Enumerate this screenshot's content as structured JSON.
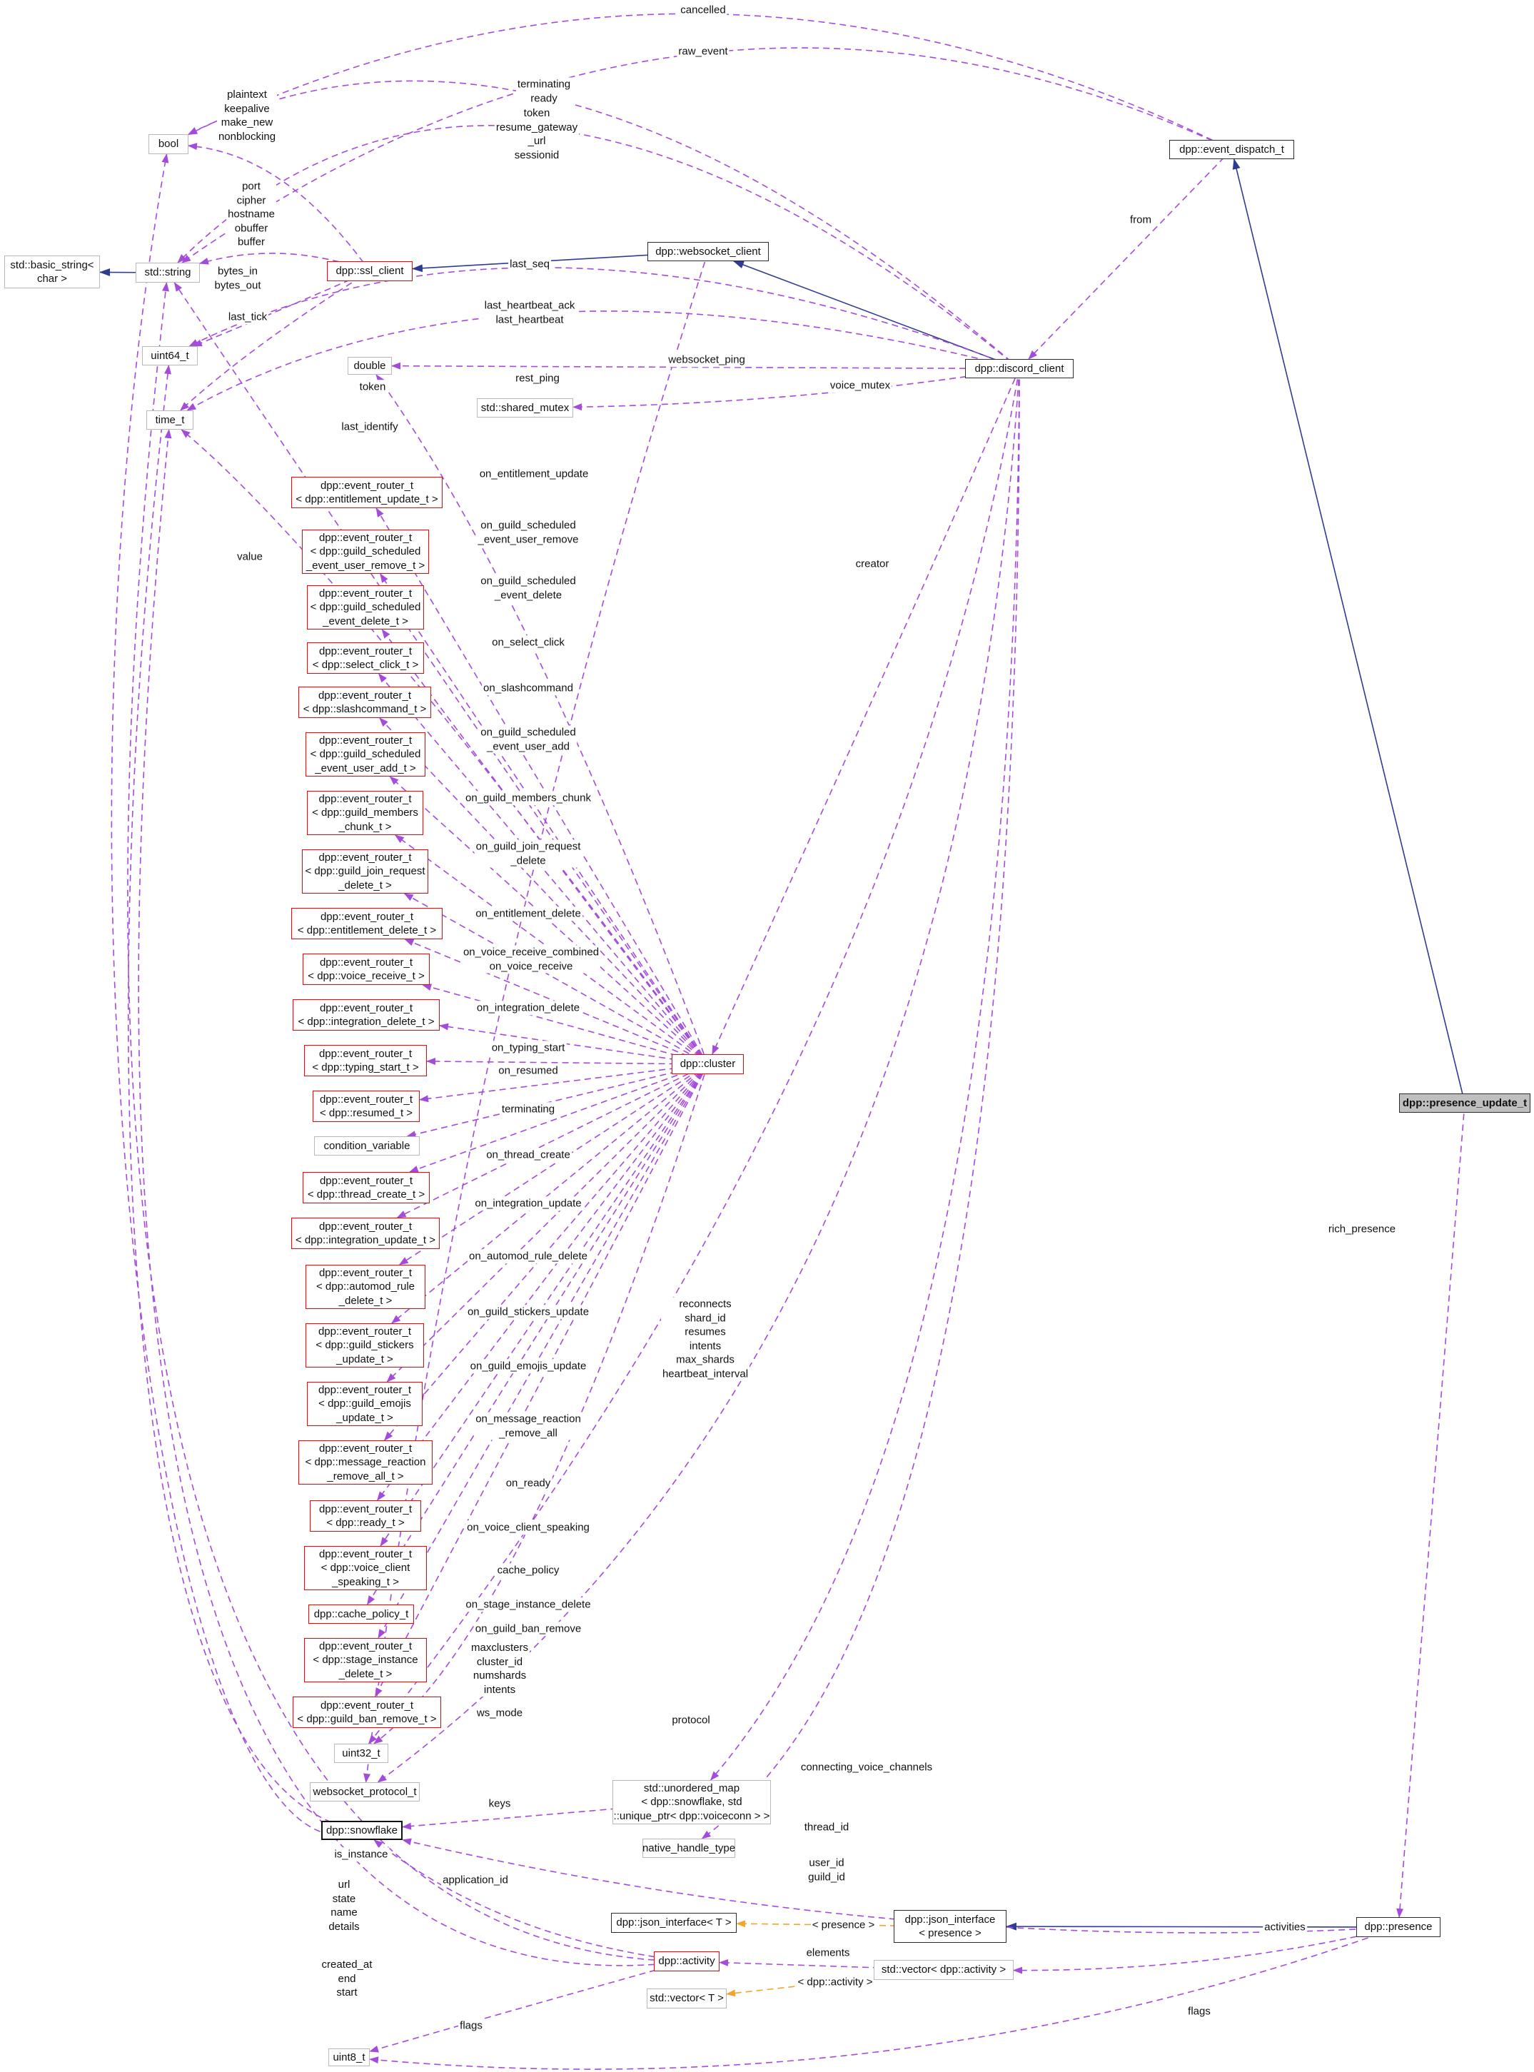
{
  "diagram_type": "class-collaboration-graph",
  "subject": "dpp::presence_update_t",
  "colors": {
    "member_edge": "#a44bdb",
    "inherit_edge": "#2f3c8f",
    "template_edge": "#efa62b",
    "red_border": "#ff0000",
    "dark_border": "#2b2b2b",
    "gray_border": "#b9b9b9",
    "subject_fill": "#bfbfbf",
    "background": "#ffffff"
  },
  "nodes": [
    {
      "id": "basic_string",
      "label": "std::basic_string<\nchar >",
      "variant": "gray"
    },
    {
      "id": "string",
      "label": "std::string",
      "variant": "gray"
    },
    {
      "id": "bool",
      "label": "bool",
      "variant": "gray"
    },
    {
      "id": "uint64",
      "label": "uint64_t",
      "variant": "gray"
    },
    {
      "id": "time",
      "label": "time_t",
      "variant": "gray"
    },
    {
      "id": "double",
      "label": "double",
      "variant": "gray"
    },
    {
      "id": "shared_mutex",
      "label": "std::shared_mutex",
      "variant": "gray"
    },
    {
      "id": "ssl_client",
      "label": "dpp::ssl_client",
      "variant": "red"
    },
    {
      "id": "websocket_client",
      "label": "dpp::websocket_client",
      "variant": "dark"
    },
    {
      "id": "event_dispatch",
      "label": "dpp::event_dispatch_t",
      "variant": "dark"
    },
    {
      "id": "discord_client",
      "label": "dpp::discord_client",
      "variant": "dark"
    },
    {
      "id": "cluster",
      "label": "dpp::cluster",
      "variant": "red"
    },
    {
      "id": "presence_update",
      "label": "dpp::presence_update_t",
      "variant": "subject"
    },
    {
      "id": "er_entitlement_update",
      "label": "dpp::event_router_t\n< dpp::entitlement_update_t >",
      "variant": "red"
    },
    {
      "id": "er_gse_user_remove",
      "label": "dpp::event_router_t\n< dpp::guild_scheduled\n_event_user_remove_t >",
      "variant": "red"
    },
    {
      "id": "er_gse_delete",
      "label": "dpp::event_router_t\n< dpp::guild_scheduled\n_event_delete_t >",
      "variant": "red"
    },
    {
      "id": "er_select_click",
      "label": "dpp::event_router_t\n< dpp::select_click_t >",
      "variant": "red"
    },
    {
      "id": "er_slashcommand",
      "label": "dpp::event_router_t\n< dpp::slashcommand_t >",
      "variant": "red"
    },
    {
      "id": "er_gse_user_add",
      "label": "dpp::event_router_t\n< dpp::guild_scheduled\n_event_user_add_t >",
      "variant": "red"
    },
    {
      "id": "er_guild_members_chunk",
      "label": "dpp::event_router_t\n< dpp::guild_members\n_chunk_t >",
      "variant": "red"
    },
    {
      "id": "er_gjr_delete",
      "label": "dpp::event_router_t\n< dpp::guild_join_request\n_delete_t >",
      "variant": "red"
    },
    {
      "id": "er_entitlement_delete",
      "label": "dpp::event_router_t\n< dpp::entitlement_delete_t >",
      "variant": "red"
    },
    {
      "id": "er_voice_receive",
      "label": "dpp::event_router_t\n< dpp::voice_receive_t >",
      "variant": "red"
    },
    {
      "id": "er_integration_delete",
      "label": "dpp::event_router_t\n< dpp::integration_delete_t >",
      "variant": "red"
    },
    {
      "id": "er_typing_start",
      "label": "dpp::event_router_t\n< dpp::typing_start_t >",
      "variant": "red"
    },
    {
      "id": "er_resumed",
      "label": "dpp::event_router_t\n< dpp::resumed_t >",
      "variant": "red"
    },
    {
      "id": "condition_variable",
      "label": "condition_variable",
      "variant": "gray"
    },
    {
      "id": "er_thread_create",
      "label": "dpp::event_router_t\n< dpp::thread_create_t >",
      "variant": "red"
    },
    {
      "id": "er_integration_update",
      "label": "dpp::event_router_t\n< dpp::integration_update_t >",
      "variant": "red"
    },
    {
      "id": "er_automod_rule_delete",
      "label": "dpp::event_router_t\n< dpp::automod_rule\n_delete_t >",
      "variant": "red"
    },
    {
      "id": "er_guild_stickers_update",
      "label": "dpp::event_router_t\n< dpp::guild_stickers\n_update_t >",
      "variant": "red"
    },
    {
      "id": "er_guild_emojis_update",
      "label": "dpp::event_router_t\n< dpp::guild_emojis\n_update_t >",
      "variant": "red"
    },
    {
      "id": "er_mr_remove_all",
      "label": "dpp::event_router_t\n< dpp::message_reaction\n_remove_all_t >",
      "variant": "red"
    },
    {
      "id": "er_ready",
      "label": "dpp::event_router_t\n< dpp::ready_t >",
      "variant": "red"
    },
    {
      "id": "er_voice_client_speaking",
      "label": "dpp::event_router_t\n< dpp::voice_client\n_speaking_t >",
      "variant": "red"
    },
    {
      "id": "cache_policy_t",
      "label": "dpp::cache_policy_t",
      "variant": "red"
    },
    {
      "id": "er_stage_instance_delete",
      "label": "dpp::event_router_t\n< dpp::stage_instance\n_delete_t >",
      "variant": "red"
    },
    {
      "id": "er_guild_ban_remove",
      "label": "dpp::event_router_t\n< dpp::guild_ban_remove_t >",
      "variant": "red"
    },
    {
      "id": "uint32",
      "label": "uint32_t",
      "variant": "gray"
    },
    {
      "id": "websocket_protocol_t",
      "label": "websocket_protocol_t",
      "variant": "gray"
    },
    {
      "id": "snowflake",
      "label": "dpp::snowflake",
      "variant": "dark2"
    },
    {
      "id": "unordered_map",
      "label": "std::unordered_map\n< dpp::snowflake, std\n::unique_ptr< dpp::voiceconn > >",
      "variant": "gray"
    },
    {
      "id": "native_handle_type",
      "label": "native_handle_type",
      "variant": "gray"
    },
    {
      "id": "json_interface_T",
      "label": "dpp::json_interface< T >",
      "variant": "dark"
    },
    {
      "id": "activity",
      "label": "dpp::activity",
      "variant": "red"
    },
    {
      "id": "vector_T",
      "label": "std::vector< T >",
      "variant": "gray"
    },
    {
      "id": "uint8",
      "label": "uint8_t",
      "variant": "gray"
    },
    {
      "id": "json_interface_presence",
      "label": "dpp::json_interface\n< presence >",
      "variant": "dark"
    },
    {
      "id": "vector_activity",
      "label": "std::vector< dpp::activity >",
      "variant": "gray"
    },
    {
      "id": "presence",
      "label": "dpp::presence",
      "variant": "dark"
    }
  ],
  "edges": [
    {
      "from": "string",
      "to": "basic_string",
      "kind": "inherit",
      "label": ""
    },
    {
      "from": "websocket_client",
      "to": "ssl_client",
      "kind": "inherit",
      "label": ""
    },
    {
      "from": "discord_client",
      "to": "websocket_client",
      "kind": "inherit",
      "label": ""
    },
    {
      "from": "presence_update",
      "to": "event_dispatch",
      "kind": "inherit",
      "label": ""
    },
    {
      "from": "presence",
      "to": "json_interface_presence",
      "kind": "inherit",
      "label": ""
    },
    {
      "from": "json_interface_presence",
      "to": "json_interface_T",
      "kind": "template",
      "label": "< presence >"
    },
    {
      "from": "vector_activity",
      "to": "vector_T",
      "kind": "template",
      "label": "< dpp::activity >"
    },
    {
      "from": "event_dispatch",
      "to": "bool",
      "kind": "member",
      "label": "cancelled"
    },
    {
      "from": "event_dispatch",
      "to": "string",
      "kind": "member",
      "label": "raw_event"
    },
    {
      "from": "event_dispatch",
      "to": "discord_client",
      "kind": "member",
      "label": "from"
    },
    {
      "from": "discord_client",
      "to": "bool",
      "kind": "member",
      "label": "terminating\nready"
    },
    {
      "from": "discord_client",
      "to": "string",
      "kind": "member",
      "label": "token\nresume_gateway\n_url\nsessionid"
    },
    {
      "from": "discord_client",
      "to": "uint64",
      "kind": "member",
      "label": "last_seq"
    },
    {
      "from": "discord_client",
      "to": "time",
      "kind": "member",
      "label": "last_heartbeat_ack\nlast_heartbeat"
    },
    {
      "from": "discord_client",
      "to": "double",
      "kind": "member",
      "label": "websocket_ping"
    },
    {
      "from": "discord_client",
      "to": "shared_mutex",
      "kind": "member",
      "label": "voice_mutex"
    },
    {
      "from": "discord_client",
      "to": "cluster",
      "kind": "member",
      "label": "creator"
    },
    {
      "from": "discord_client",
      "to": "uint32",
      "kind": "member",
      "label": "reconnects\nshard_id\nresumes\nintents\nmax_shards\nheartbeat_interval"
    },
    {
      "from": "discord_client",
      "to": "unordered_map",
      "kind": "member",
      "label": "connecting_voice_channels"
    },
    {
      "from": "discord_client",
      "to": "native_handle_type",
      "kind": "member",
      "label": "thread_id"
    },
    {
      "from": "discord_client",
      "to": "websocket_protocol_t",
      "kind": "member",
      "label": "protocol"
    },
    {
      "from": "websocket_client",
      "to": "websocket_protocol_t",
      "kind": "member",
      "label": "ws_mode"
    },
    {
      "from": "ssl_client",
      "to": "bool",
      "kind": "member",
      "label": "plaintext\nkeepalive\nmake_new\nnonblocking"
    },
    {
      "from": "ssl_client",
      "to": "string",
      "kind": "member",
      "label": "port\ncipher\nhostname\nobuffer\nbuffer"
    },
    {
      "from": "ssl_client",
      "to": "uint64",
      "kind": "member",
      "label": "bytes_in\nbytes_out"
    },
    {
      "from": "ssl_client",
      "to": "time",
      "kind": "member",
      "label": "last_tick"
    },
    {
      "from": "cluster",
      "to": "string",
      "kind": "member",
      "label": "token"
    },
    {
      "from": "cluster",
      "to": "time",
      "kind": "member",
      "label": "last_identify"
    },
    {
      "from": "cluster",
      "to": "double",
      "kind": "member",
      "label": "rest_ping"
    },
    {
      "from": "cluster",
      "to": "er_entitlement_update",
      "kind": "member",
      "label": "on_entitlement_update"
    },
    {
      "from": "cluster",
      "to": "er_gse_user_remove",
      "kind": "member",
      "label": "on_guild_scheduled\n_event_user_remove"
    },
    {
      "from": "cluster",
      "to": "er_gse_delete",
      "kind": "member",
      "label": "on_guild_scheduled\n_event_delete"
    },
    {
      "from": "cluster",
      "to": "er_select_click",
      "kind": "member",
      "label": "on_select_click"
    },
    {
      "from": "cluster",
      "to": "er_slashcommand",
      "kind": "member",
      "label": "on_slashcommand"
    },
    {
      "from": "cluster",
      "to": "er_gse_user_add",
      "kind": "member",
      "label": "on_guild_scheduled\n_event_user_add"
    },
    {
      "from": "cluster",
      "to": "er_guild_members_chunk",
      "kind": "member",
      "label": "on_guild_members_chunk"
    },
    {
      "from": "cluster",
      "to": "er_gjr_delete",
      "kind": "member",
      "label": "on_guild_join_request\n_delete"
    },
    {
      "from": "cluster",
      "to": "er_entitlement_delete",
      "kind": "member",
      "label": "on_entitlement_delete"
    },
    {
      "from": "cluster",
      "to": "er_voice_receive",
      "kind": "member",
      "label": "on_voice_receive_combined\non_voice_receive"
    },
    {
      "from": "cluster",
      "to": "er_integration_delete",
      "kind": "member",
      "label": "on_integration_delete"
    },
    {
      "from": "cluster",
      "to": "er_typing_start",
      "kind": "member",
      "label": "on_typing_start"
    },
    {
      "from": "cluster",
      "to": "er_resumed",
      "kind": "member",
      "label": "on_resumed"
    },
    {
      "from": "cluster",
      "to": "condition_variable",
      "kind": "member",
      "label": "terminating"
    },
    {
      "from": "cluster",
      "to": "er_thread_create",
      "kind": "member",
      "label": "on_thread_create"
    },
    {
      "from": "cluster",
      "to": "er_integration_update",
      "kind": "member",
      "label": "on_integration_update"
    },
    {
      "from": "cluster",
      "to": "er_automod_rule_delete",
      "kind": "member",
      "label": "on_automod_rule_delete"
    },
    {
      "from": "cluster",
      "to": "er_guild_stickers_update",
      "kind": "member",
      "label": "on_guild_stickers_update"
    },
    {
      "from": "cluster",
      "to": "er_guild_emojis_update",
      "kind": "member",
      "label": "on_guild_emojis_update"
    },
    {
      "from": "cluster",
      "to": "er_mr_remove_all",
      "kind": "member",
      "label": "on_message_reaction\n_remove_all"
    },
    {
      "from": "cluster",
      "to": "er_ready",
      "kind": "member",
      "label": "on_ready"
    },
    {
      "from": "cluster",
      "to": "er_voice_client_speaking",
      "kind": "member",
      "label": "on_voice_client_speaking"
    },
    {
      "from": "cluster",
      "to": "cache_policy_t",
      "kind": "member",
      "label": "cache_policy"
    },
    {
      "from": "cluster",
      "to": "er_stage_instance_delete",
      "kind": "member",
      "label": "on_stage_instance_delete"
    },
    {
      "from": "cluster",
      "to": "er_guild_ban_remove",
      "kind": "member",
      "label": "on_guild_ban_remove"
    },
    {
      "from": "cluster",
      "to": "uint32",
      "kind": "member",
      "label": "maxclusters\ncluster_id\nnumshards\nintents"
    },
    {
      "from": "unordered_map",
      "to": "snowflake",
      "kind": "member",
      "label": "keys"
    },
    {
      "from": "activity",
      "to": "snowflake",
      "kind": "member",
      "label": "application_id"
    },
    {
      "from": "activity",
      "to": "string",
      "kind": "member",
      "label": "url\nstate\nname\ndetails"
    },
    {
      "from": "activity",
      "to": "time",
      "kind": "member",
      "label": "created_at\nend\nstart"
    },
    {
      "from": "activity",
      "to": "uint8",
      "kind": "member",
      "label": "flags"
    },
    {
      "from": "presence",
      "to": "uint8",
      "kind": "member",
      "label": "flags"
    },
    {
      "from": "presence",
      "to": "snowflake",
      "kind": "member",
      "label": "user_id\nguild_id"
    },
    {
      "from": "presence",
      "to": "vector_activity",
      "kind": "member",
      "label": "activities"
    },
    {
      "from": "vector_activity",
      "to": "activity",
      "kind": "member",
      "label": "elements"
    },
    {
      "from": "presence_update",
      "to": "presence",
      "kind": "member",
      "label": "rich_presence"
    },
    {
      "from": "snowflake",
      "to": "uint64",
      "kind": "member",
      "label": "value"
    },
    {
      "from": "snowflake",
      "to": "bool",
      "kind": "member",
      "label": "is_instance"
    }
  ]
}
